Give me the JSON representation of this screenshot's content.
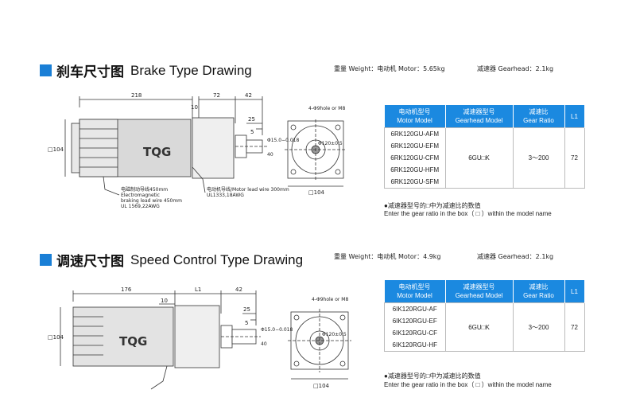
{
  "sections": [
    {
      "title_zh": "刹车尺寸图",
      "title_en": "Brake Type Drawing",
      "weight_motor": "重量 Weight：电动机 Motor：5.65kg",
      "weight_gear": "减速器 Gearhead：2.1kg",
      "dims": {
        "d218": "218",
        "d10": "10",
        "d72": "72",
        "d42": "42",
        "d25": "25",
        "d5": "5",
        "d104": "□104",
        "dshaft": "Φ15.0−0.018",
        "d40": "40",
        "d120": "Φ120±0.5",
        "bolt": "4-Φ9hole or M8",
        "dbot": "□104"
      },
      "labels": {
        "brake_lead_zh": "电磁制动导线450mm",
        "brake_lead_en1": "Electromagnetic",
        "brake_lead_en2": "braking lead wire 450mm",
        "brake_lead_std": "UL 1569,22AWG",
        "motor_lead": "电动机导线/Motor lead wire 300mm",
        "motor_lead_std": "UL1333,18AWG",
        "brand": "TQG"
      },
      "table": {
        "h1_zh": "电动机型号",
        "h1_en": "Motor Model",
        "h2_zh": "减速器型号",
        "h2_en": "Gearhead Model",
        "h3_zh": "减速比",
        "h3_en": "Gear Ratio",
        "h4": "L1",
        "models": [
          "6RK120GU-AFM",
          "6RK120GU-EFM",
          "6RK120GU-CFM",
          "6RK120GU-HFM",
          "6RK120GU-SFM"
        ],
        "gearhead": "6GU□K",
        "ratio": "3～200",
        "l1": "72"
      },
      "note_zh": "●减速器型号的□中为减速比的数值",
      "note_en": "Enter the gear ratio in the box（ □ ）within the model name"
    },
    {
      "title_zh": "调速尺寸图",
      "title_en": "Speed Control Type Drawing",
      "weight_motor": "重量 Weight：电动机 Motor：4.9kg",
      "weight_gear": "减速器 Gearhead：2.1kg",
      "dims": {
        "d176": "176",
        "dL1": "L1",
        "d10": "10",
        "d42": "42",
        "d25": "25",
        "d5": "5",
        "d104": "□104",
        "dshaft": "Φ15.0−0.018",
        "d40": "40",
        "d120": "Φ120±0.5",
        "bolt": "4-Φ9hole or M8",
        "dbot": "□104"
      },
      "labels": {
        "brand": "TQG"
      },
      "table": {
        "h1_zh": "电动机型号",
        "h1_en": "Motor Model",
        "h2_zh": "减速器型号",
        "h2_en": "Gearhead Model",
        "h3_zh": "减速比",
        "h3_en": "Gear Ratio",
        "h4": "L1",
        "models": [
          "6IK120RGU-AF",
          "6IK120RGU-EF",
          "6IK120RGU-CF",
          "6IK120RGU-HF"
        ],
        "gearhead": "6GU□K",
        "ratio": "3～200",
        "l1": "72"
      },
      "note_zh": "●减速器型号的□中为减速比的数值",
      "note_en": "Enter the gear ratio in the box（ □ ）within the model name"
    }
  ]
}
